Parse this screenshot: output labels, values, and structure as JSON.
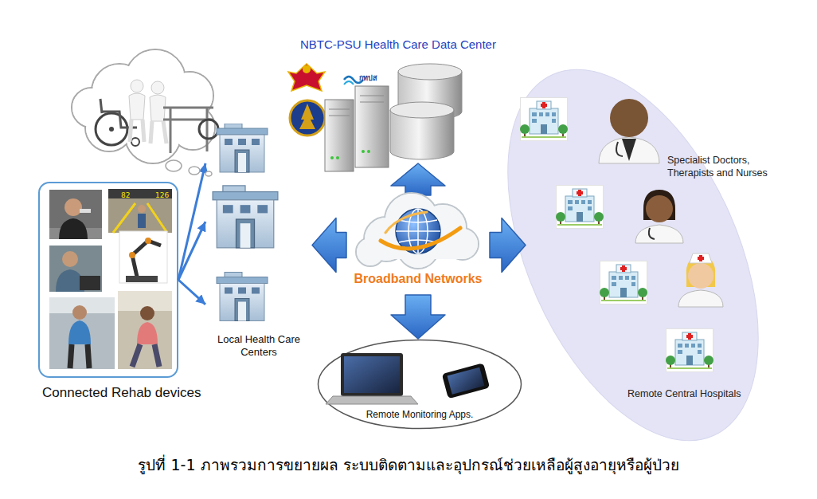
{
  "diagram": {
    "caption": "รูปที่ 1-1 ภาพรวมการขยายผล ระบบติดตามและอุปกรณ์ช่วยเหลือผู้สูงอายุหรือผู้ป่วย",
    "nodes": [
      {
        "text": [
          "Connected Rehab devices"
        ]
      },
      {
        "text": [
          "Local Health Care Centers"
        ]
      },
      {
        "text": [
          "NBTC-PSU Health Care Data Center"
        ]
      },
      {
        "text": [
          "Broadband Networks"
        ]
      },
      {
        "text": [
          "Remote Monitoring Apps."
        ]
      },
      {
        "text": [
          "Specialist Doctors, Therapists and Nurses",
          "Remote Central Hospitals"
        ]
      }
    ],
    "edges": [
      {
        "from": 0,
        "to": 1,
        "arrow": "to"
      },
      {
        "from": 3,
        "to": 2,
        "arrow": "to"
      },
      {
        "from": 3,
        "to": 1,
        "arrow": "to"
      },
      {
        "from": 3,
        "to": 5,
        "arrow": "to"
      },
      {
        "from": 3,
        "to": 4,
        "arrow": "to"
      }
    ],
    "labels": [
      "กทปส",
      "82",
      "126"
    ]
  }
}
